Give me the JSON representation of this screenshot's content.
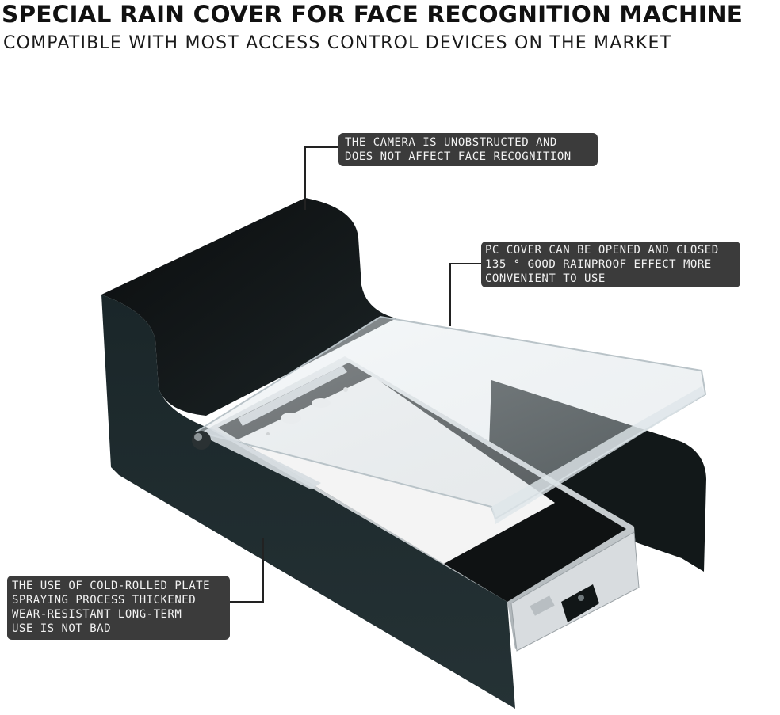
{
  "header": {
    "title": "SPECIAL RAIN COVER FOR FACE RECOGNITION MACHINE",
    "subtitle": "COMPATIBLE WITH MOST ACCESS CONTROL DEVICES ON THE MARKET"
  },
  "callouts": {
    "camera": {
      "lines": [
        "THE CAMERA IS UNOBSTRUCTED AND",
        "DOES NOT AFFECT FACE RECOGNITION"
      ]
    },
    "pc_cover": {
      "lines": [
        "PC COVER CAN BE OPENED AND CLOSED",
        "135 ° GOOD RAINPROOF EFFECT MORE",
        "CONVENIENT TO USE"
      ]
    },
    "plate": {
      "lines": [
        "THE USE OF COLD-ROLLED PLATE",
        "SPRAYING PROCESS THICKENED",
        "WEAR-RESISTANT LONG-TERM",
        "USE IS NOT BAD"
      ]
    }
  },
  "colors": {
    "housing": "#1f2b2e",
    "callout_bg": "#3b3b3b",
    "callout_text": "#f2f2f2"
  }
}
